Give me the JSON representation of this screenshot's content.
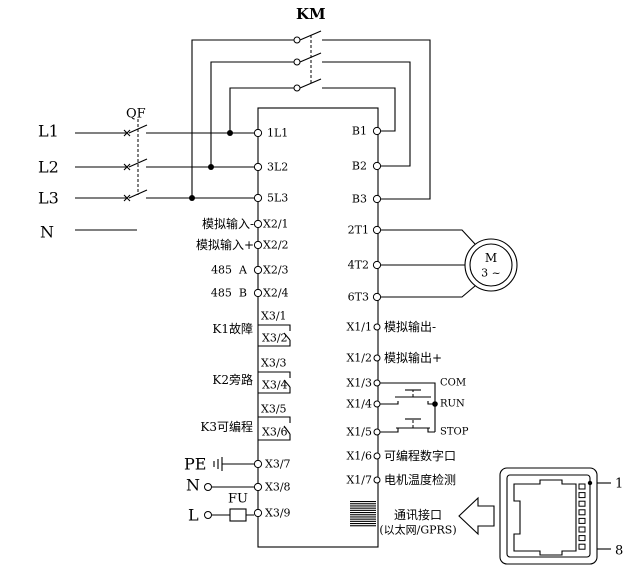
{
  "contactor_label": "KM",
  "breaker_label": "QF",
  "supply": [
    "L1",
    "L2",
    "L3",
    "N"
  ],
  "left_terminals": [
    "1L1",
    "3L2",
    "5L3",
    "X2/1",
    "X2/2",
    "X2/3",
    "X2/4",
    "X3/1",
    "X3/2",
    "X3/3",
    "X3/4",
    "X3/5",
    "X3/6",
    "X3/7",
    "X3/8",
    "X3/9"
  ],
  "left_labels": {
    "analog_in_minus": "模拟输入-",
    "analog_in_plus": "模拟输入+",
    "rs485_a": "485  A",
    "rs485_b": "485  B",
    "k1": "K1故障",
    "k2": "K2旁路",
    "k3": "K3可编程",
    "pe": "PE",
    "n": "N",
    "l": "L",
    "fuse": "FU"
  },
  "right_terminals": [
    "B1",
    "B2",
    "B3",
    "2T1",
    "4T2",
    "6T3",
    "X1/1",
    "X1/2",
    "X1/3",
    "X1/4",
    "X1/5",
    "X1/6",
    "X1/7"
  ],
  "right_labels": {
    "analog_out_minus": "模拟输出-",
    "analog_out_plus": "模拟输出+",
    "com": "COM",
    "run": "RUN",
    "stop": "STOP",
    "programmable_digital": "可编程数字口",
    "motor_temp": "电机温度检测"
  },
  "motor": {
    "symbol": "M",
    "phase": "3 ~"
  },
  "comm": {
    "title": "通讯接口",
    "subtitle": "(以太网/GPRS)"
  },
  "connector_pins": {
    "first": "1",
    "last": "8"
  },
  "colors": {
    "line": "#000000",
    "background": "#ffffff"
  }
}
